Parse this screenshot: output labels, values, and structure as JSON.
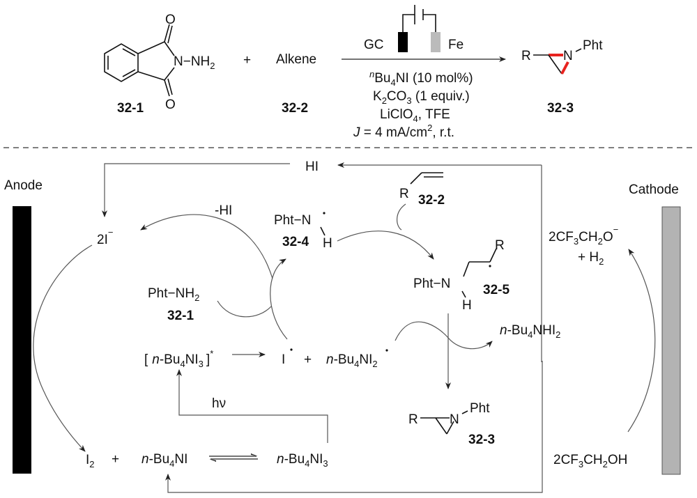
{
  "scheme": {
    "reactant_1": {
      "label": "32-1",
      "substituent": "N−NH",
      "sub": "2",
      "oxygen": "O"
    },
    "plus": "+",
    "reactant_2": {
      "text": "Alkene",
      "label": "32-2"
    },
    "cell": {
      "anode_label": "GC",
      "cathode_label": "Fe",
      "anode_color": "#000000",
      "cathode_color": "#bbbbbb"
    },
    "conditions": [
      {
        "pre_sup": "n",
        "text": "Bu",
        "sub": "4",
        "tail": "NI (10 mol%)"
      },
      {
        "text": "K",
        "sub": "2",
        "mid": "CO",
        "sub2": "3",
        "tail": " (1 equiv.)"
      },
      {
        "text": "LiClO",
        "sub": "4",
        "tail": ", TFE"
      },
      {
        "italic": "J",
        "text": " = 4 mA/cm",
        "sup": "2",
        "tail": ", r.t."
      }
    ],
    "product": {
      "R": "R",
      "N": "N",
      "Pht": "Pht",
      "label": "32-3",
      "highlight_color": "#e8231f"
    }
  },
  "mechanism": {
    "anode_label": "Anode",
    "cathode_label": "Cathode",
    "anode_color": "#000000",
    "cathode_color": "#b3b3b3",
    "HI": "HI",
    "minus_HI": "-HI",
    "iodide": {
      "text": "2I",
      "charge": "−"
    },
    "radical_32_4": {
      "text": "Pht−N",
      "H": "H",
      "label": "32-4"
    },
    "alkene_32_2": {
      "R": "R",
      "label": "32-2"
    },
    "radical_32_5": {
      "text": "Pht−N",
      "H": "H",
      "R": "R",
      "label": "32-5"
    },
    "phthNH2": {
      "text": "Pht−NH",
      "sub": "2",
      "label": "32-1"
    },
    "excited": {
      "open": "[",
      "n": "n",
      "text": "-Bu",
      "sub": "4",
      "mid": "NI",
      "sub2": "3",
      "close": "]",
      "sup": "*"
    },
    "I_radical": "I",
    "plus": "+",
    "bu4ni2": {
      "n": "n",
      "text": "-Bu",
      "sub": "4",
      "mid": "NI",
      "sub2": "2"
    },
    "bu4nhi2": {
      "n": "n",
      "text": "-Bu",
      "sub": "4",
      "mid": "NHI",
      "sub2": "2"
    },
    "hv": "hν",
    "aziridine": {
      "R": "R",
      "N": "N",
      "Pht": "Pht",
      "label": "32-3"
    },
    "I2": {
      "text": "I",
      "sub": "2"
    },
    "bu4ni": {
      "n": "n",
      "text": "-Bu",
      "sub": "4",
      "mid": "NI"
    },
    "bu4ni3": {
      "n": "n",
      "text": "-Bu",
      "sub": "4",
      "mid": "NI",
      "sub2": "3"
    },
    "alkoxide": {
      "a": "2CF",
      "s1": "3",
      "b": "CH",
      "s2": "2",
      "c": "O",
      "charge": "−",
      "line2": "+ H",
      "s3": "2"
    },
    "tfe": {
      "a": "2CF",
      "s1": "3",
      "b": "CH",
      "s2": "2",
      "c": "OH"
    }
  }
}
